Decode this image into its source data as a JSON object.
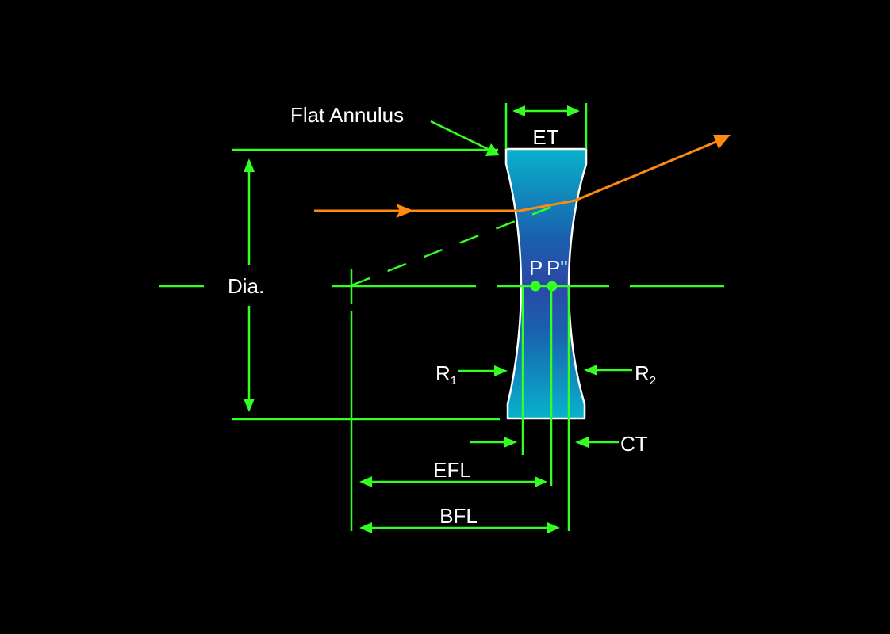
{
  "diagram": {
    "title": "Negative (biconcave) lens parameters",
    "colors": {
      "background": "#000000",
      "dimension": "#33ff22",
      "ray": "#ff8a10",
      "text": "#ffffff",
      "lens_edge": "#ffffff",
      "lens_outer": "#08acc8",
      "lens_center": "#2a48a6"
    },
    "labels": {
      "flat_annulus": "Flat Annulus",
      "edge_thickness": "ET",
      "diameter": "Dia.",
      "principal_point": "P",
      "secondary_principal_point": "P\"",
      "radius1": "R",
      "radius1_sub": "1",
      "radius2": "R",
      "radius2_sub": "2",
      "center_thickness": "CT",
      "effective_focal_length": "EFL",
      "back_focal_length": "BFL"
    }
  }
}
